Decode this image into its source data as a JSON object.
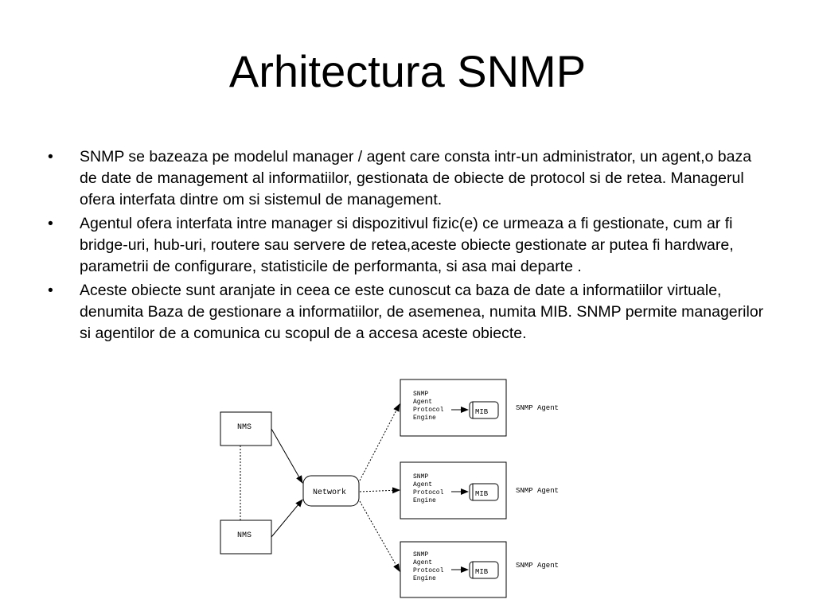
{
  "slide": {
    "title": "Arhitectura SNMP",
    "bullet_char": "•",
    "bullets": [
      "SNMP se bazeaza pe modelul manager / agent  care consta intr-un administrator, un agent,o baza de date de management al informatiilor, gestionata de obiecte de protocol si de retea. Managerul ofera interfata dintre om si sistemul de management.",
      "Agentul ofera interfata intre manager si dispozitivul fizic(e) ce urmeaza a fi gestionate, cum ar fi bridge-uri, hub-uri, routere sau servere de retea,aceste obiecte gestionate ar putea fi hardware, parametrii de configurare, statisticile de performanta, si asa mai departe .",
      "Aceste obiecte sunt aranjate in ceea ce este cunoscut ca baza de date a informatiilor virtuale, denumita Baza de gestionare a informatiilor, de asemenea, numita MIB. SNMP permite managerilor si agentilor de a comunica cu scopul de a accesa aceste obiecte."
    ]
  },
  "diagram": {
    "nms_top": "NMS",
    "nms_bottom": "NMS",
    "network": "Network",
    "agents": [
      {
        "engine_lines": [
          "SNMP",
          "Agent",
          "Protocol",
          "Engine"
        ],
        "mib": "MIB",
        "label": "SNMP Agent"
      },
      {
        "engine_lines": [
          "SNMP",
          "Agent",
          "Protocol",
          "Engine"
        ],
        "mib": "MIB",
        "label": "SNMP Agent"
      },
      {
        "engine_lines": [
          "SNMP",
          "Agent",
          "Protocol",
          "Engine"
        ],
        "mib": "MIB",
        "label": "SNMP Agent"
      }
    ]
  }
}
